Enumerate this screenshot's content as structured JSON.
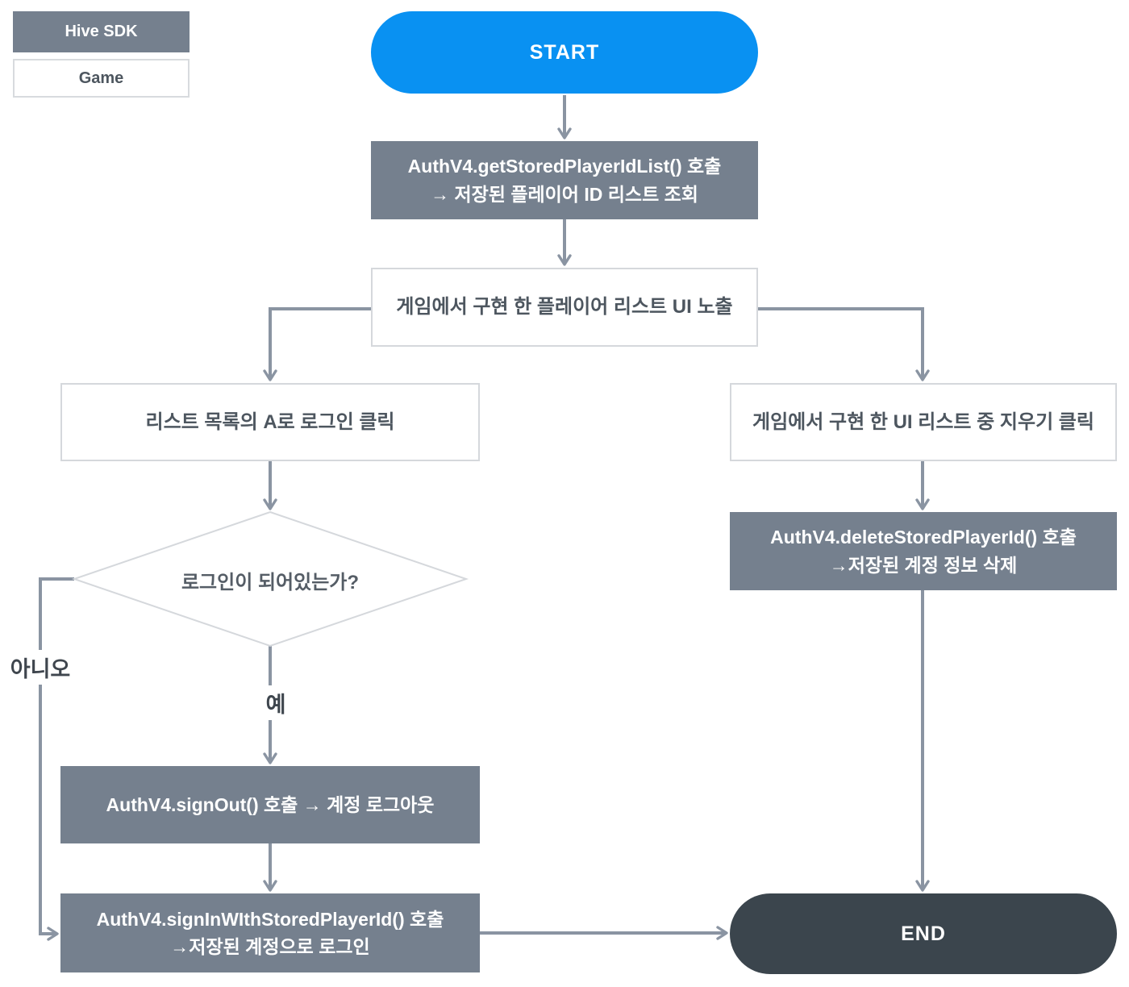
{
  "legend": {
    "sdk_label": "Hive SDK",
    "game_label": "Game"
  },
  "flow": {
    "start": "START",
    "get_list_line1": "AuthV4.getStoredPlayerIdList() 호출",
    "get_list_line2": "→ 저장된 플레이어 ID 리스트 조회",
    "list_ui": "게임에서 구현 한 플레이어 리스트 UI 노출",
    "login_click": "리스트 목록의 A로 로그인 클릭",
    "delete_click": "게임에서 구현 한 UI 리스트 중 지우기 클릭",
    "decision": "로그인이 되어있는가?",
    "label_no": "아니오",
    "label_yes": "예",
    "sign_out": "AuthV4.signOut() 호출 → 계정 로그아웃",
    "sign_in_line1": "AuthV4.signInWIthStoredPlayerId() 호출",
    "sign_in_line2": "→저장된 계정으로 로그인",
    "delete_stored_line1": "AuthV4.deleteStoredPlayerId() 호출",
    "delete_stored_line2": "→저장된 계정 정보 삭제",
    "end": "END"
  },
  "colors": {
    "sdk_node_gray": "#75808E",
    "start_blue": "#0991F2",
    "end_dark": "#3B454D",
    "connector_gray": "#8A94A2",
    "node_border": "#d5d8dc"
  }
}
